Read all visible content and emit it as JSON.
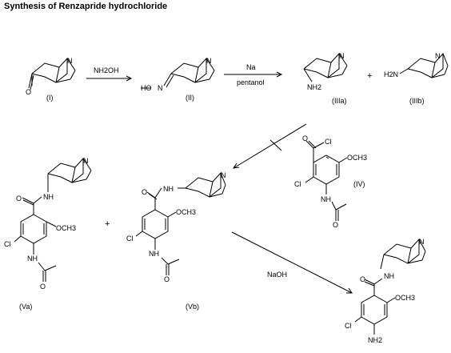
{
  "title": "Synthesis of Renzapride hydrochloride",
  "compounds": {
    "I": "(I)",
    "II": "(II)",
    "IIIa": "(IIIa)",
    "IIIb": "(IIIb)",
    "IV": "(IV)",
    "Va": "(Va)",
    "Vb": "(Vb)"
  },
  "reagents": {
    "step1": "NH2OH",
    "step2_top": "Na",
    "step2_bottom": "pentanol",
    "step4": "NaOH"
  },
  "atoms": {
    "N": "N",
    "O": "O",
    "Cl": "Cl",
    "HO": "HO",
    "NH": "NH",
    "H2N": "H2N",
    "NH2": "NH2",
    "OCH3": "OCH3"
  },
  "plus": "+"
}
